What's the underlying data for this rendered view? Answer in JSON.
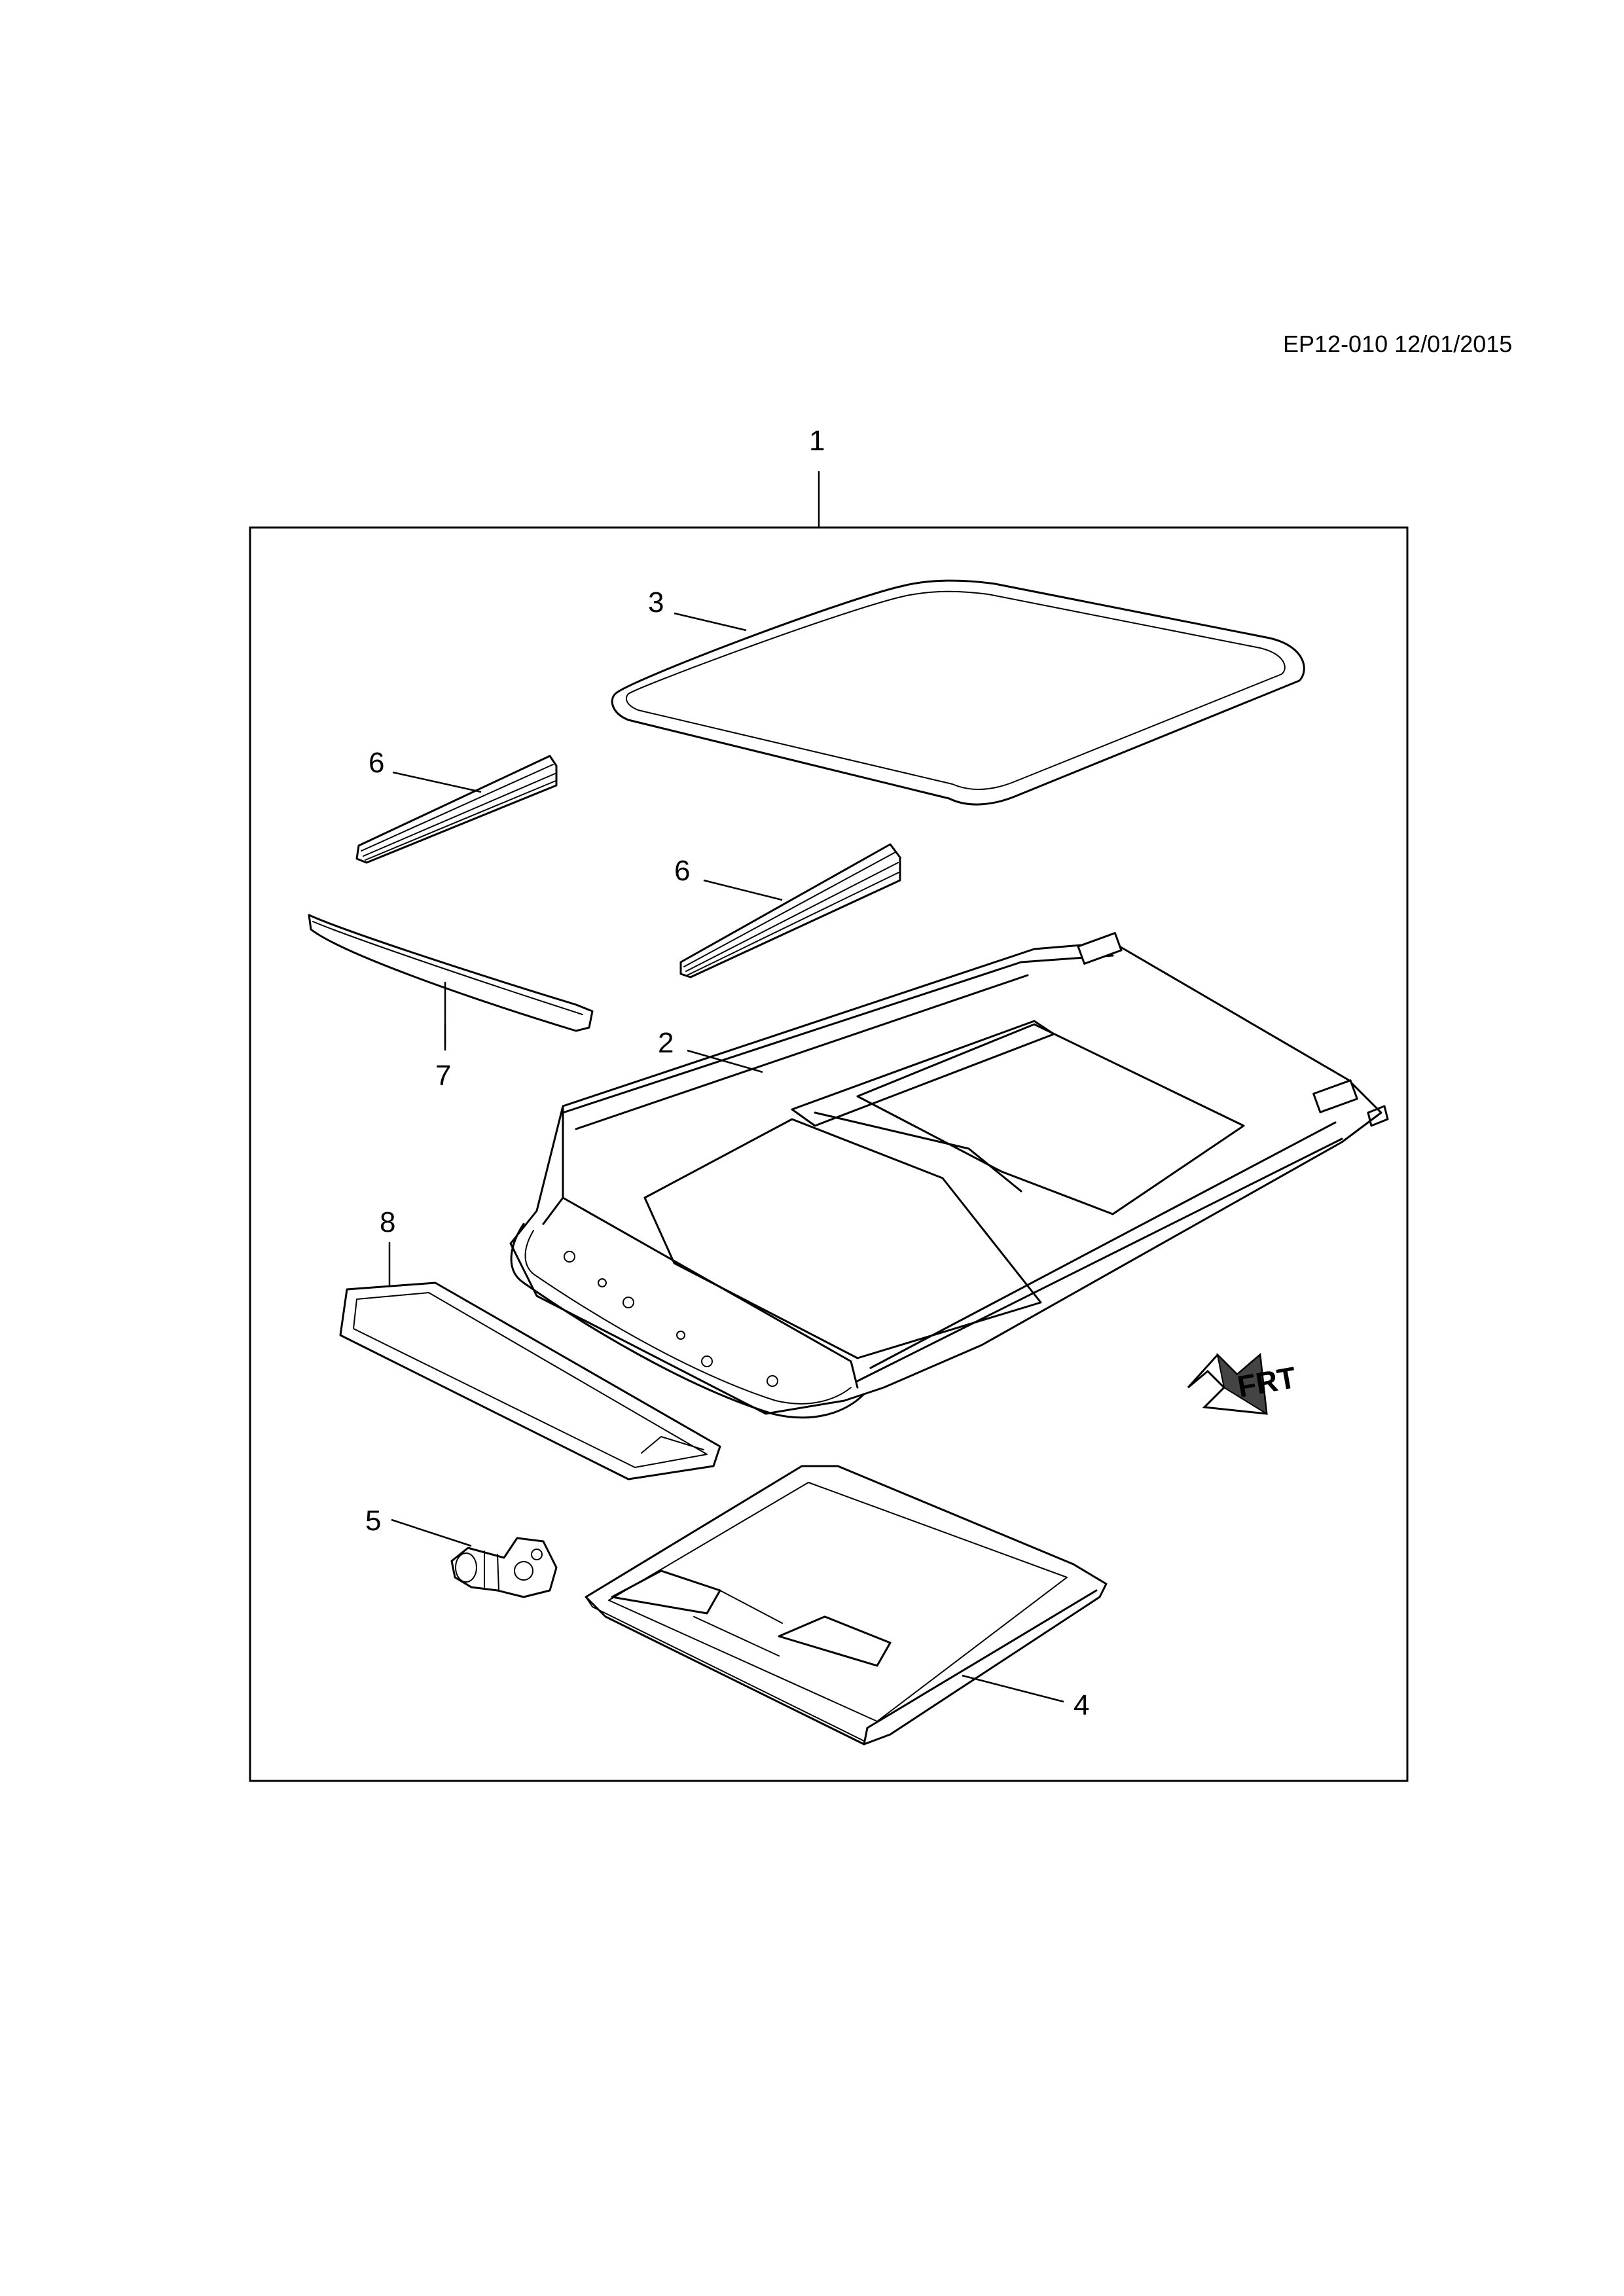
{
  "reference": "EP12-010 12/01/2015",
  "callouts": [
    "1",
    "2",
    "3",
    "4",
    "5",
    "6",
    "6",
    "7",
    "8"
  ],
  "direction_label": "FRT"
}
